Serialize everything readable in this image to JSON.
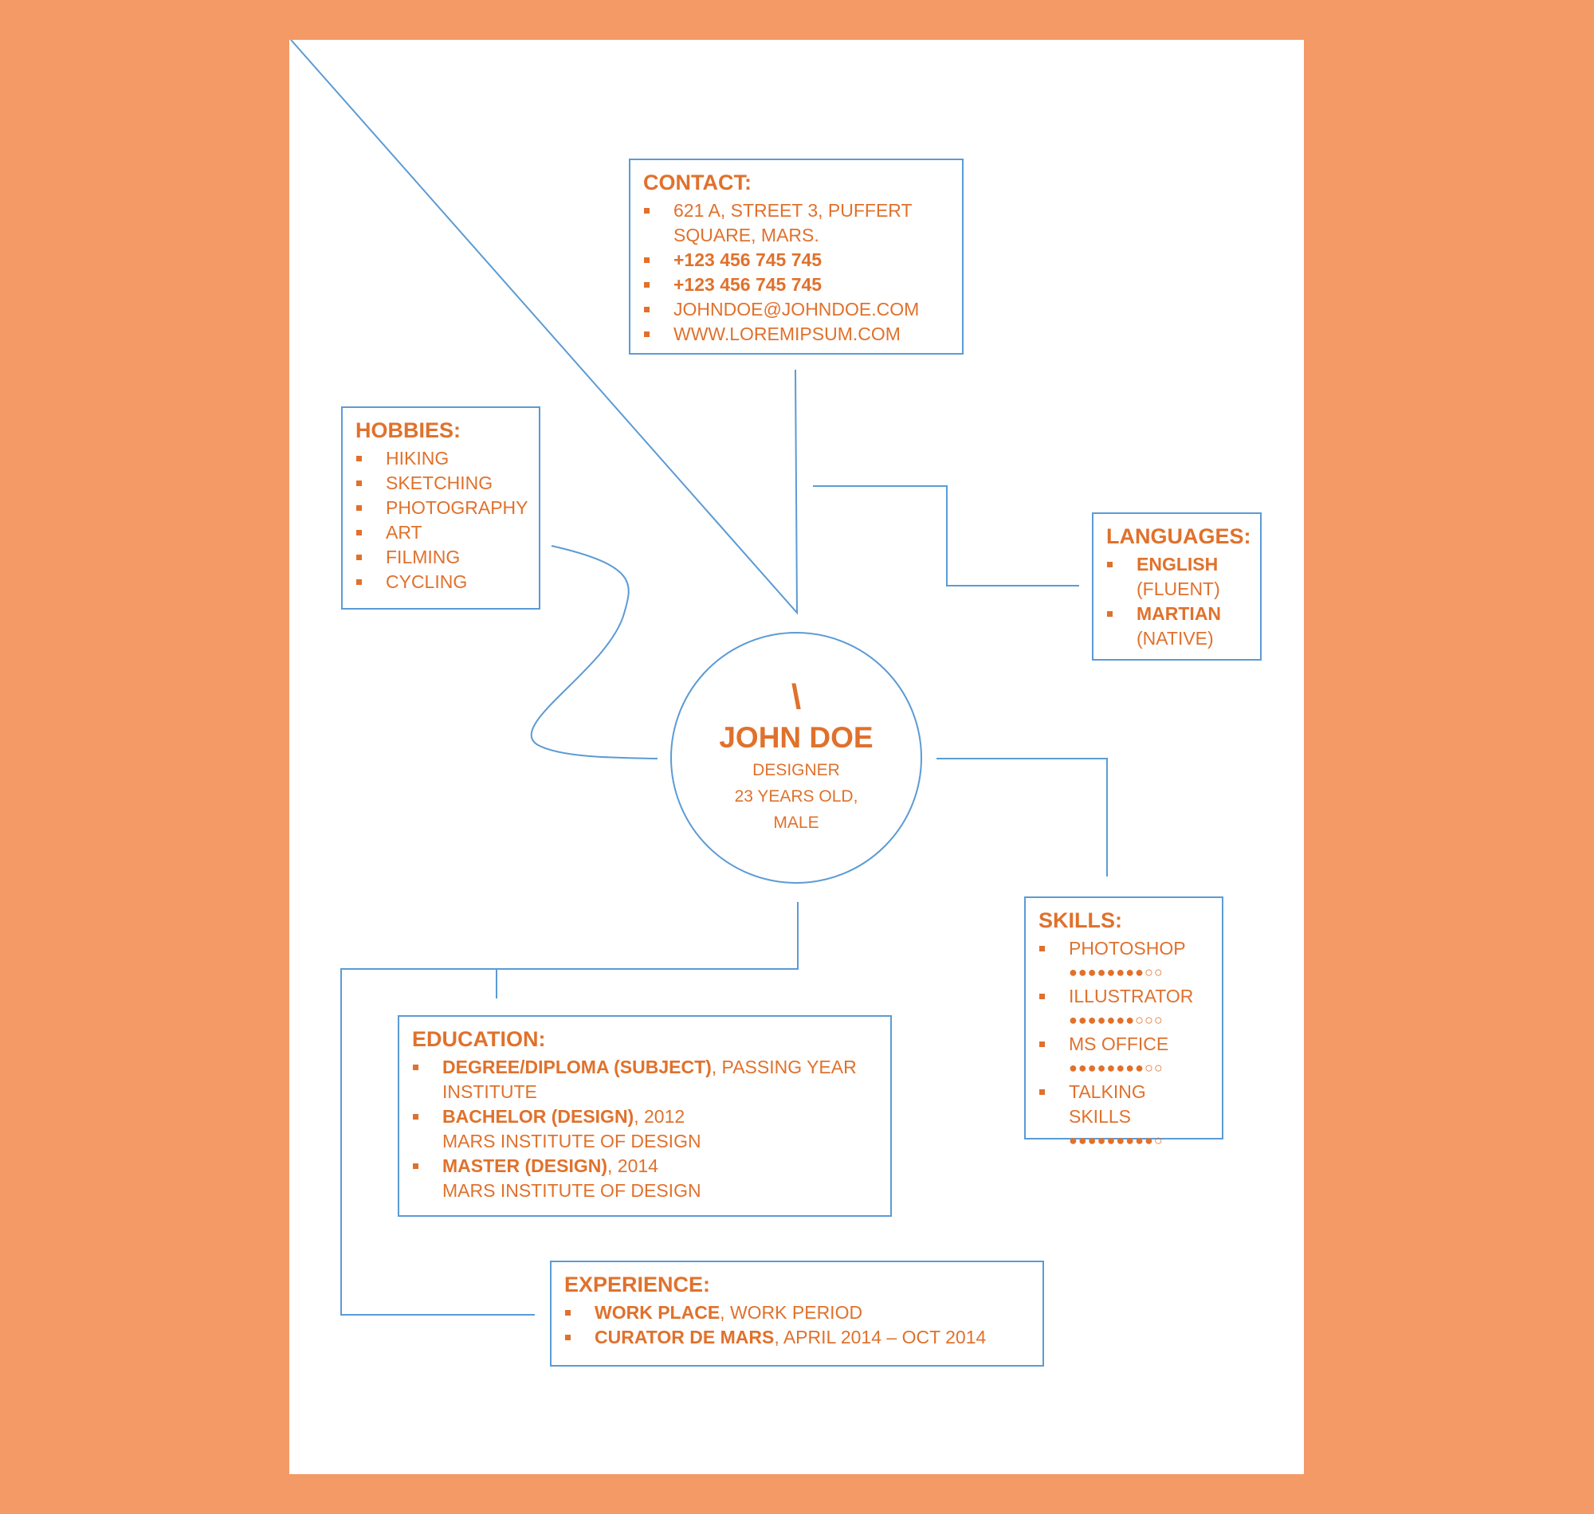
{
  "contact": {
    "title": "CONTACT:",
    "address_line1": "621 A, STREET 3, PUFFERT",
    "address_line2": "SQUARE, MARS.",
    "phone1": "+123 456 745 745",
    "phone2": "+123 456 745 745",
    "email": "JOHNDOE@JOHNDOE.COM",
    "website": "WWW.LOREMIPSUM.COM"
  },
  "hobbies": {
    "title": "HOBBIES:",
    "items": [
      "HIKING",
      "SKETCHING",
      "PHOTOGRAPHY",
      "ART",
      "FILMING",
      "CYCLING"
    ]
  },
  "languages": {
    "title": "LANGUAGES:",
    "items": [
      {
        "name": "ENGLISH",
        "level": "(FLUENT)"
      },
      {
        "name": "MARTIAN",
        "level": "(NATIVE)"
      }
    ]
  },
  "profile": {
    "mark": "\\",
    "name": "JOHN DOE",
    "role": "DESIGNER",
    "age": "23 YEARS OLD,",
    "gender": "MALE"
  },
  "skills": {
    "title": "SKILLS:",
    "items": [
      {
        "name": "PHOTOSHOP",
        "rating": "●●●●●●●●○○",
        "score": 8,
        "max": 10
      },
      {
        "name": "ILLUSTRATOR",
        "rating": "●●●●●●●○○○",
        "score": 7,
        "max": 10
      },
      {
        "name": "MS OFFICE",
        "rating": "●●●●●●●●○○",
        "score": 8,
        "max": 10
      },
      {
        "name": "TALKING SKILLS",
        "rating": "●●●●●●●●●○",
        "score": 9,
        "max": 10
      }
    ]
  },
  "education": {
    "title": "EDUCATION:",
    "items": [
      {
        "degree": "DEGREE/DIPLOMA (SUBJECT)",
        "year": ", PASSING YEAR",
        "institute": "INSTITUTE"
      },
      {
        "degree": "BACHELOR (DESIGN)",
        "year": ", 2012",
        "institute": "MARS INSTITUTE OF DESIGN"
      },
      {
        "degree": "MASTER (DESIGN)",
        "year": ", 2014",
        "institute": "MARS INSTITUTE OF DESIGN"
      }
    ]
  },
  "experience": {
    "title": "EXPERIENCE:",
    "items": [
      {
        "place": "WORK PLACE",
        "period": ", WORK PERIOD"
      },
      {
        "place": "CURATOR DE MARS",
        "period": ", APRIL 2014 – OCT 2014"
      }
    ]
  },
  "colors": {
    "background": "#f39a66",
    "accent": "#e0712c",
    "lines": "#5b9bd5"
  }
}
